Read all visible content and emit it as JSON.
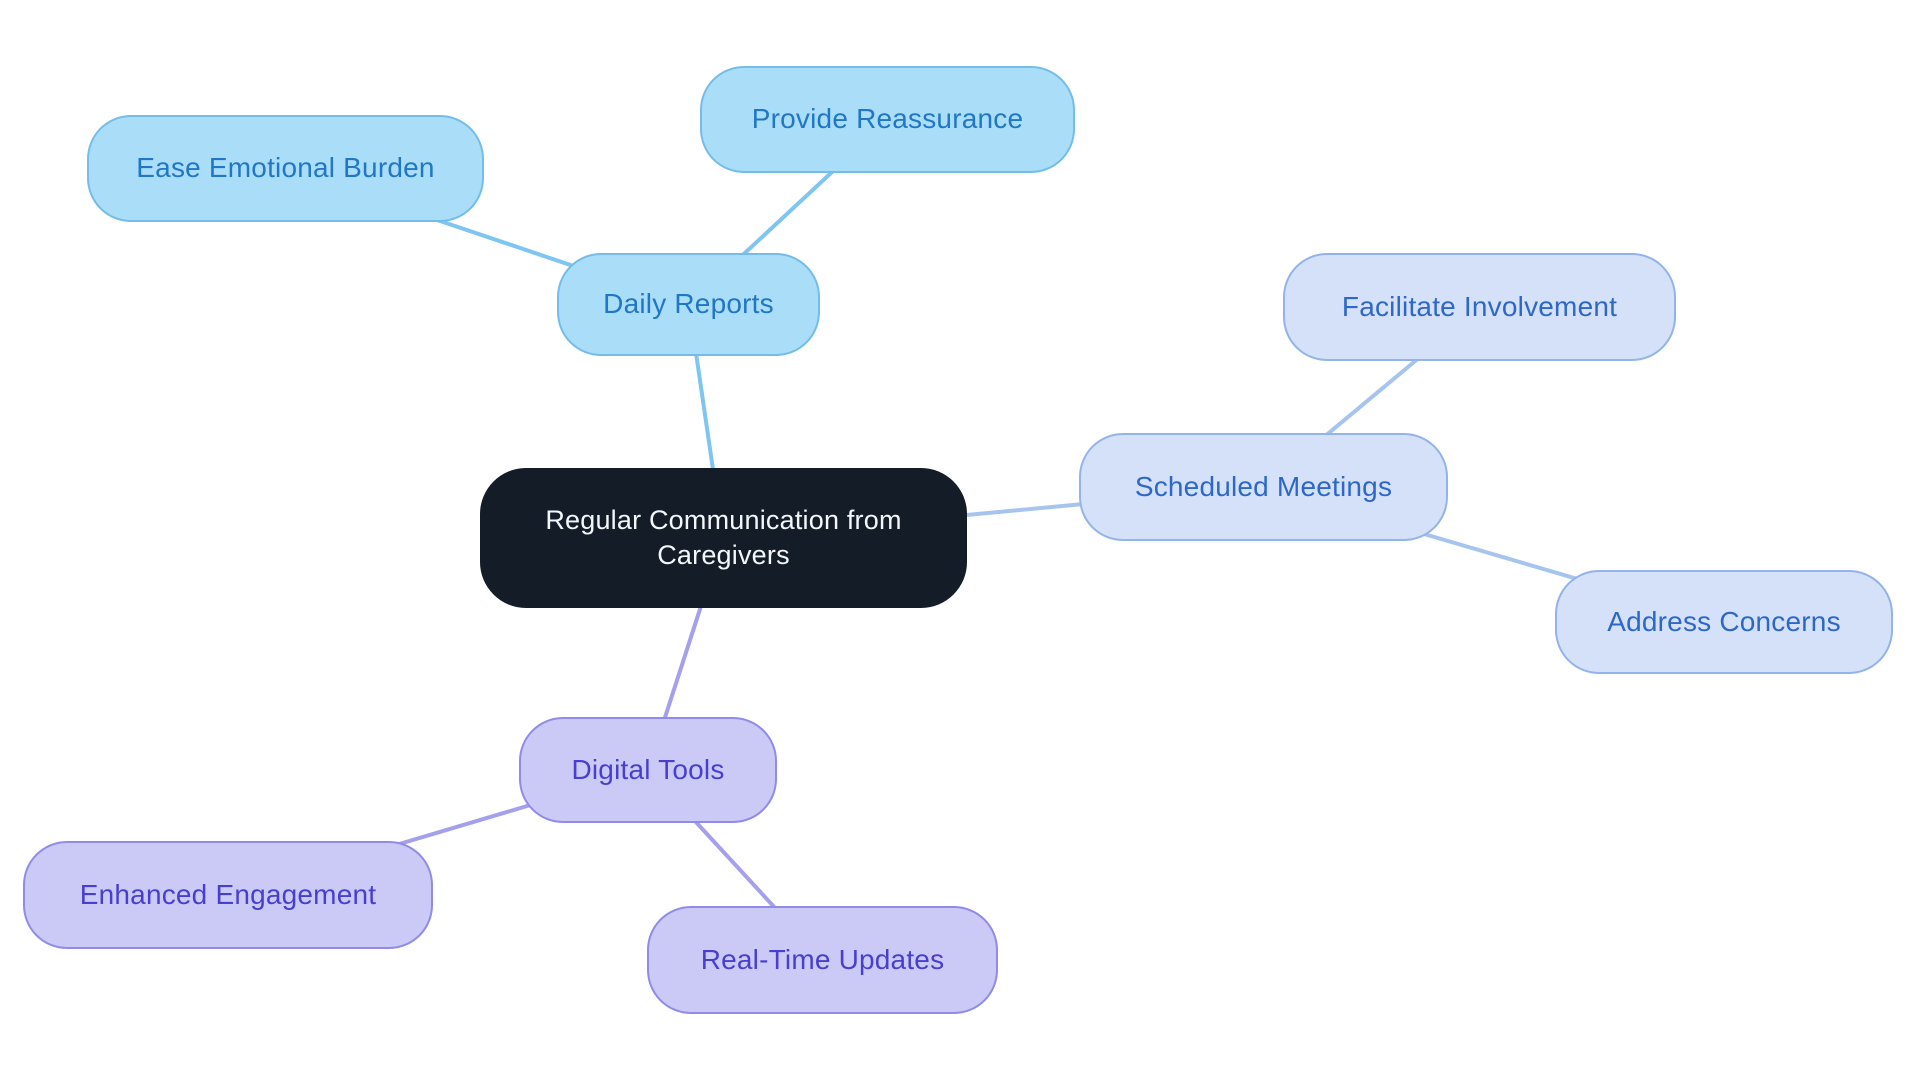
{
  "diagram": {
    "type": "mindmap",
    "root": {
      "id": "central",
      "label": "Regular Communication from Caregivers"
    },
    "branches": [
      {
        "id": "daily-reports",
        "label": "Daily Reports",
        "color_family": "sky-blue",
        "children": [
          {
            "id": "ease-emotional-burden",
            "label": "Ease Emotional Burden"
          },
          {
            "id": "provide-reassurance",
            "label": "Provide Reassurance"
          }
        ]
      },
      {
        "id": "scheduled-meetings",
        "label": "Scheduled Meetings",
        "color_family": "periwinkle",
        "children": [
          {
            "id": "facilitate-involvement",
            "label": "Facilitate Involvement"
          },
          {
            "id": "address-concerns",
            "label": "Address Concerns"
          }
        ]
      },
      {
        "id": "digital-tools",
        "label": "Digital Tools",
        "color_family": "lavender",
        "children": [
          {
            "id": "enhanced-engagement",
            "label": "Enhanced Engagement"
          },
          {
            "id": "real-time-updates",
            "label": "Real-Time Updates"
          }
        ]
      }
    ],
    "edges": [
      {
        "from": "central",
        "to": "daily-reports"
      },
      {
        "from": "daily-reports",
        "to": "ease-emotional-burden"
      },
      {
        "from": "daily-reports",
        "to": "provide-reassurance"
      },
      {
        "from": "central",
        "to": "scheduled-meetings"
      },
      {
        "from": "scheduled-meetings",
        "to": "facilitate-involvement"
      },
      {
        "from": "scheduled-meetings",
        "to": "address-concerns"
      },
      {
        "from": "central",
        "to": "digital-tools"
      },
      {
        "from": "digital-tools",
        "to": "enhanced-engagement"
      },
      {
        "from": "digital-tools",
        "to": "real-time-updates"
      }
    ],
    "colors": {
      "background": "#ffffff",
      "root_fill": "#141c28",
      "root_text": "#f4f7fa",
      "sky_blue": {
        "fill": "#aadef8",
        "border": "#74bce9",
        "text": "#2176c5",
        "edge": "#7ec5f1"
      },
      "periwinkle": {
        "fill": "#d4e1f8",
        "border": "#93b3ea",
        "text": "#2d68c9",
        "edge": "#a6c4ee"
      },
      "lavender": {
        "fill": "#cbc9f6",
        "border": "#908ae9",
        "text": "#4a3ed0",
        "edge": "#a5a0ee"
      }
    }
  }
}
